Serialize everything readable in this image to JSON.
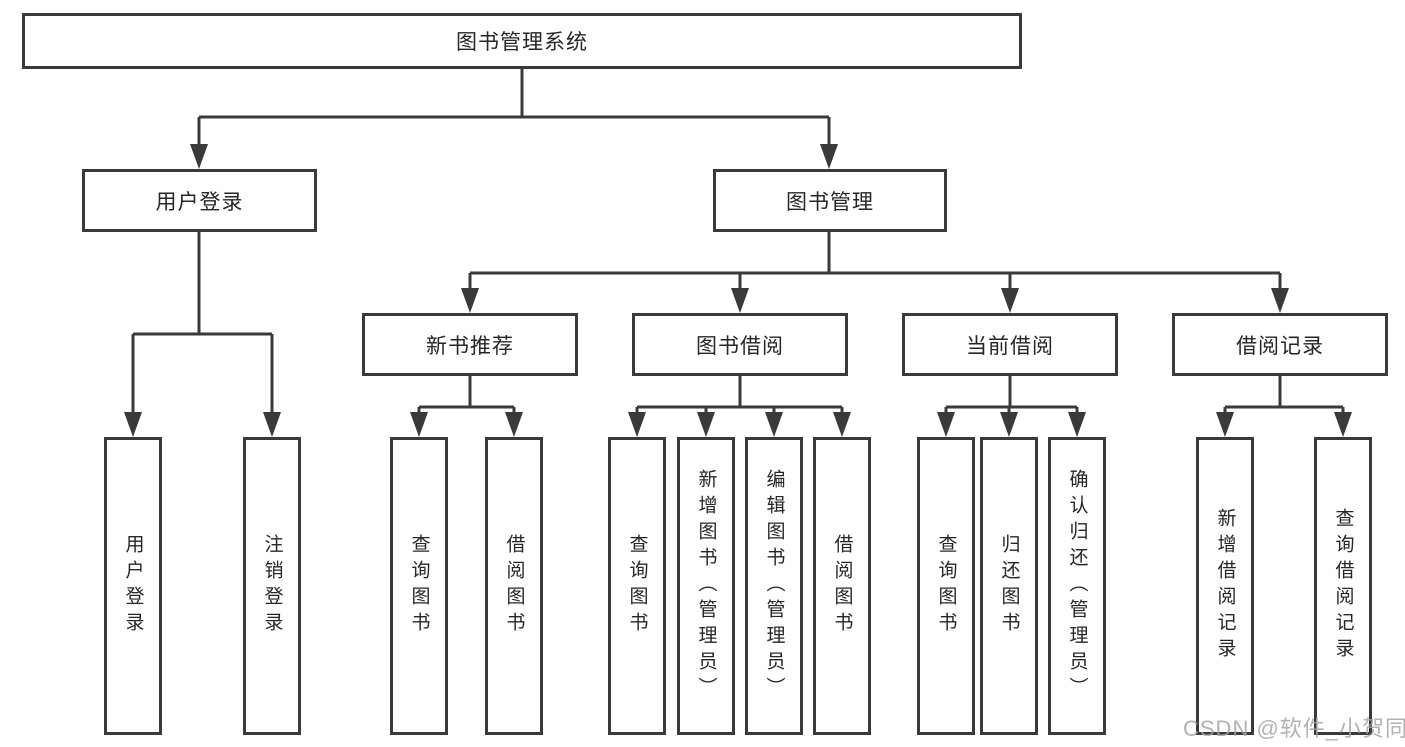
{
  "diagram_type": "hierarchy-tree",
  "colors": {
    "background": "#ffffff",
    "line": "#3a3a3a",
    "box_border": "#3a3a3a",
    "box_fill": "#fefefe",
    "text": "#262626",
    "watermark": "#a5a5a5"
  },
  "tree": {
    "label": "图书管理系统",
    "children": [
      {
        "label": "用户登录",
        "children": [
          {
            "label": "用户登录"
          },
          {
            "label": "注销登录"
          }
        ]
      },
      {
        "label": "图书管理",
        "children": [
          {
            "label": "新书推荐",
            "children": [
              {
                "label": "查询图书"
              },
              {
                "label": "借阅图书"
              }
            ]
          },
          {
            "label": "图书借阅",
            "children": [
              {
                "label": "查询图书"
              },
              {
                "label": "新增图书（管理员）"
              },
              {
                "label": "编辑图书（管理员）"
              },
              {
                "label": "借阅图书"
              }
            ]
          },
          {
            "label": "当前借阅",
            "children": [
              {
                "label": "查询图书"
              },
              {
                "label": "归还图书"
              },
              {
                "label": "确认归还（管理员）"
              }
            ]
          },
          {
            "label": "借阅记录",
            "children": [
              {
                "label": "新增借阅记录"
              },
              {
                "label": "查询借阅记录"
              }
            ]
          }
        ]
      }
    ]
  },
  "watermark": "CSDN @软件_小贺同学"
}
